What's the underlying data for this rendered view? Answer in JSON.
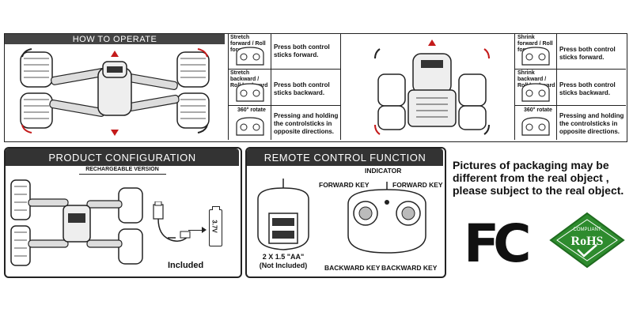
{
  "how_to_operate": {
    "title": "HOW TO OPERATE",
    "left_table": [
      {
        "label": "Stretch forward / Roll forward",
        "desc": "Press both control sticks forward."
      },
      {
        "label": "Stretch backward / Roll backward",
        "desc": "Press both control sticks backward."
      },
      {
        "label": "360° rotate",
        "desc": "Pressing and holding the controlsticks in opposite directions."
      }
    ],
    "right_table": [
      {
        "label": "Shrink forward / Roll forward",
        "desc": "Press both control sticks forward."
      },
      {
        "label": "Shrink backward / Roll backward",
        "desc": "Press both control sticks backward."
      },
      {
        "label": "360° rotate",
        "desc": "Pressing and holding the controlsticks in opposite directions."
      }
    ]
  },
  "product_configuration": {
    "title": "PRODUCT CONFIGURATION",
    "subtitle": "RECHARGEABLE VERSION",
    "battery_label": "3.7V",
    "included": "Included"
  },
  "remote_control_function": {
    "title": "REMOTE CONTROL FUNCTION",
    "battery_note_1": "2 X 1.5 \"AA\"",
    "battery_note_2": "(Not Included)",
    "indicator": "INDICATOR",
    "forward_key_left": "FORWARD KEY",
    "forward_key_right": "FORWARD KEY",
    "backward_key_left": "BACKWARD KEY",
    "backward_key_right": "BACKWARD KEY"
  },
  "notice": {
    "line1": "Pictures of packaging may be",
    "line2": "different from the real object ,",
    "line3": "please subject to the  real object."
  },
  "logos": {
    "fcc": "FC",
    "rohs": "RoHS",
    "rohs_small": "COMPLIANT",
    "rohs_color": "#2e8b2e"
  }
}
